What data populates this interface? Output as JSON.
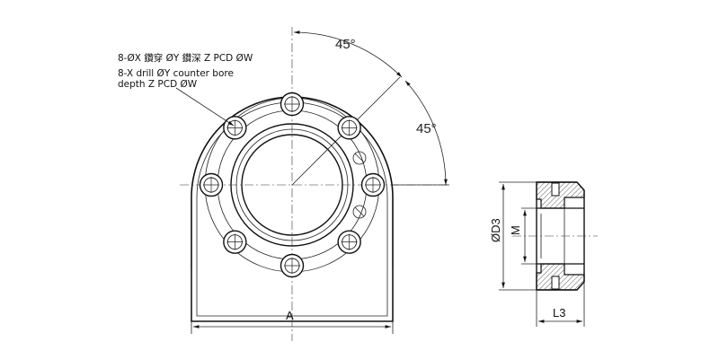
{
  "notes": {
    "line1": "8-ØX 鑽穿 ØY 鑽深 Z PCD ØW",
    "line2": "8-X drill ØY counter bore",
    "line3": "depth Z PCD ØW"
  },
  "angles": {
    "top": "45°",
    "right": "45°"
  },
  "dimensions": {
    "width": "A",
    "outer_diameter": "ØD3",
    "thread": "M",
    "length": "L3"
  }
}
